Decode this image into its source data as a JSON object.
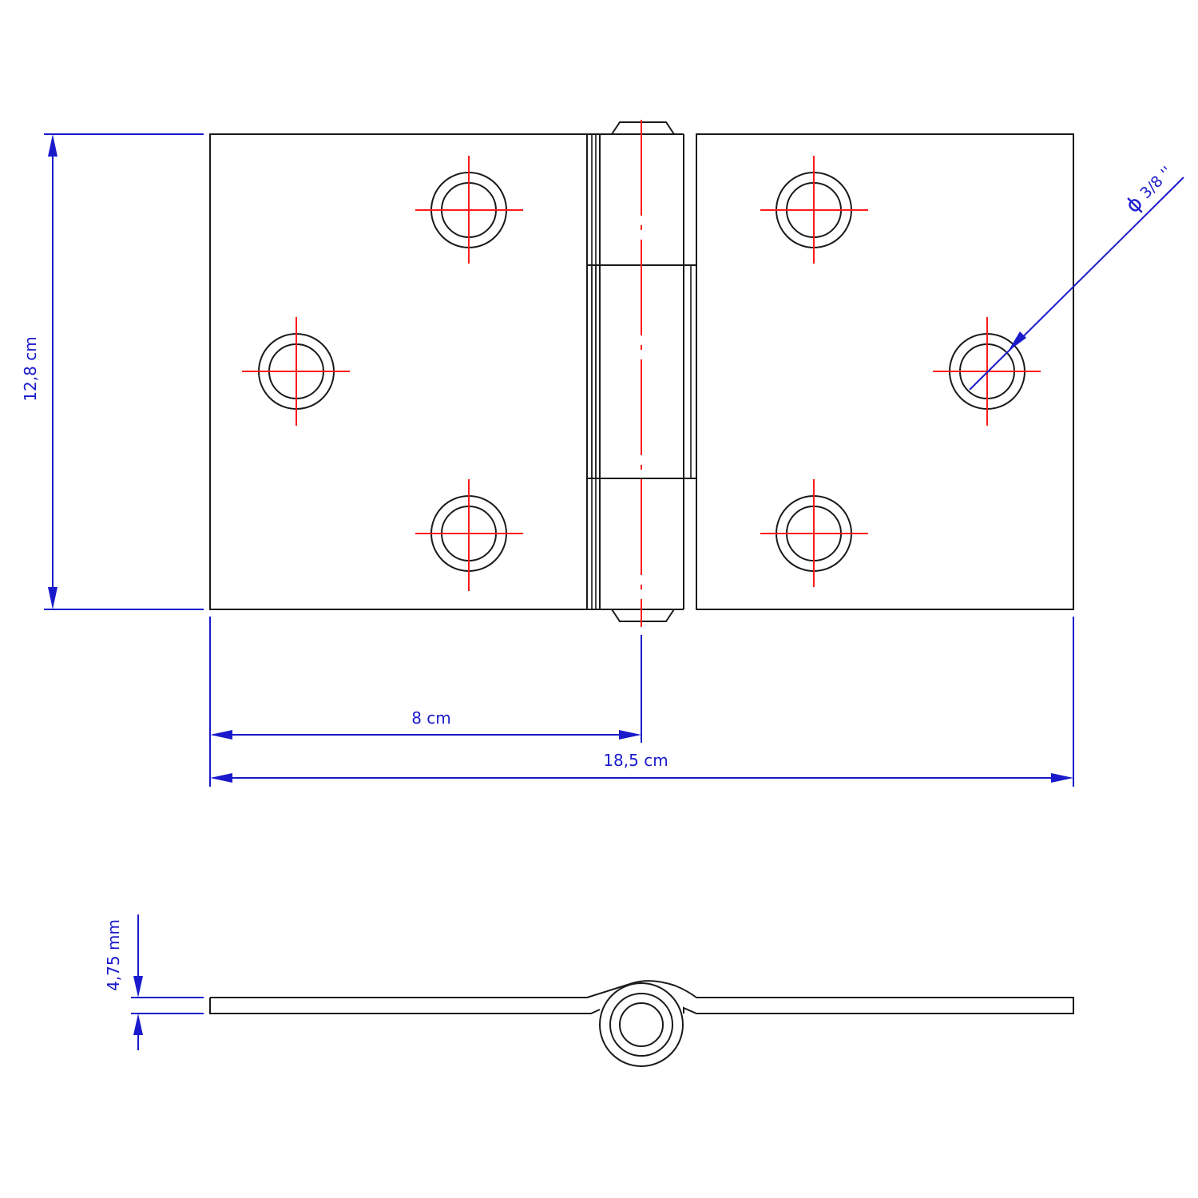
{
  "dimensions": {
    "height_label": "12,8 cm",
    "pin_offset_label": "8 cm",
    "total_width_label": "18,5 cm",
    "thickness_label": "4,75 mm",
    "hole_diameter_symbol": "ϕ",
    "hole_diameter_label": "3/8 ''"
  },
  "colors": {
    "outline": "#1a1a1a",
    "centerline": "#ff1a1a",
    "dimension": "#1a1acc"
  }
}
